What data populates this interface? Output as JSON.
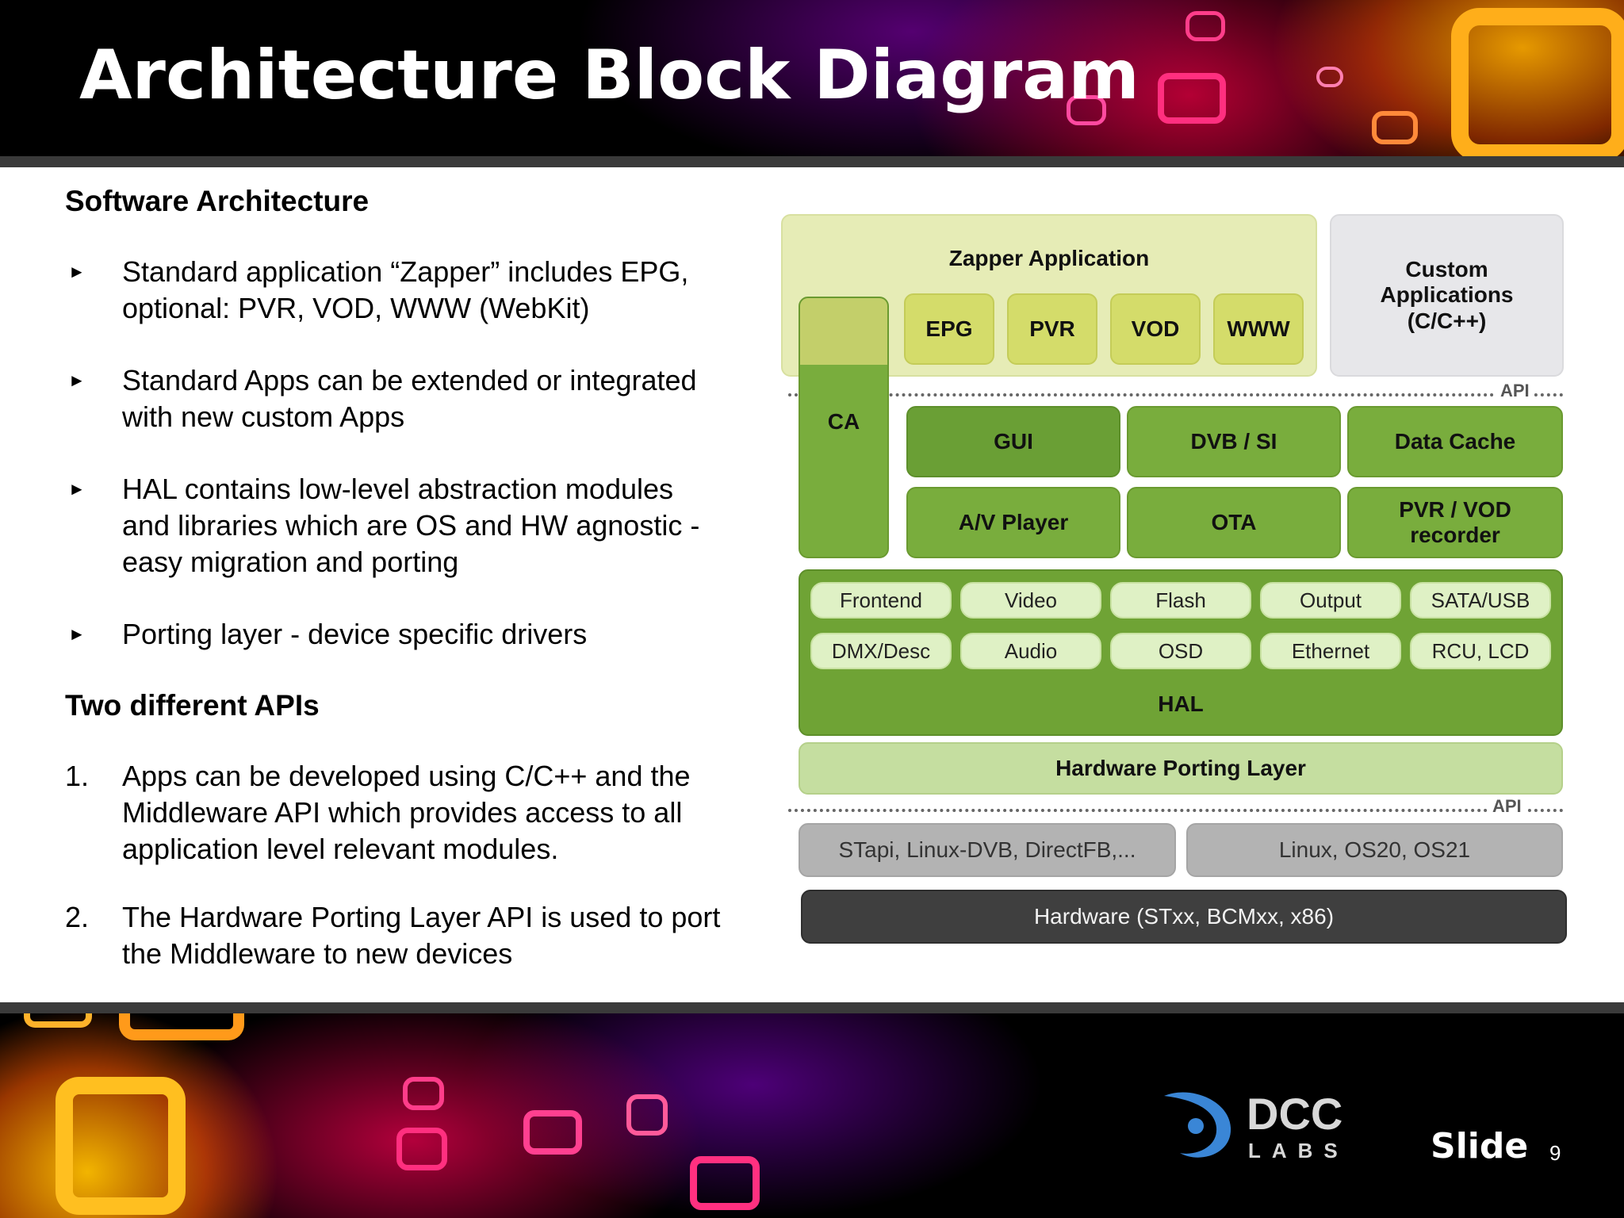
{
  "title": "Architecture Block Diagram",
  "sections": {
    "software_heading": "Software Architecture",
    "bullets": [
      {
        "line1": "Standard application “Zapper” includes EPG,",
        "line2": "optional: PVR, VOD, WWW (WebKit)"
      },
      {
        "line1": "Standard Apps can be extended or  integrated",
        "line2": "with new custom Apps"
      },
      {
        "line1": "HAL contains low-level abstraction modules",
        "line2": "and libraries which are OS and HW agnostic -",
        "line3": "easy migration and porting"
      },
      {
        "line1": "Porting layer - device specific drivers"
      }
    ],
    "apis_heading": "Two different APIs",
    "numbered": [
      {
        "num": "1.",
        "line1": "Apps can be developed using C/C++ and the",
        "line2": "Middleware API which provides access to all",
        "line3": "application level relevant modules."
      },
      {
        "num": "2.",
        "line1": "The Hardware Porting Layer API is used to port",
        "line2": "the Middleware to new devices"
      }
    ]
  },
  "diagram": {
    "zapper_label": "Zapper Application",
    "zapper_modules": [
      "EPG",
      "PVR",
      "VOD",
      "WWW"
    ],
    "custom_line1": "Custom",
    "custom_line2": "Applications",
    "custom_line3": "(C/C++)",
    "api_label": "API",
    "ca_label": "CA",
    "middleware": [
      "GUI",
      "DVB / SI",
      "Data Cache",
      "A/V Player",
      "OTA"
    ],
    "pvr_line1": "PVR / VOD",
    "pvr_line2": "recorder",
    "hal_modules": [
      "Frontend",
      "Video",
      "Flash",
      "Output",
      "SATA/USB",
      "DMX/Desc",
      "Audio",
      "OSD",
      "Ethernet",
      "RCU, LCD"
    ],
    "hal_label": "HAL",
    "porting_layer": "Hardware Porting Layer",
    "driver_left": "STapi, Linux-DVB, DirectFB,...",
    "driver_right": "Linux, OS20, OS21",
    "hardware": "Hardware (STxx, BCMxx, x86)"
  },
  "footer": {
    "logo_text_top": "DCC",
    "logo_text_bottom": "LABS",
    "slide_word": "Slide",
    "slide_number": "9"
  },
  "colors": {
    "zapper_bg": "#e6ecb6",
    "module_yellow": "#d4dc6a",
    "green_block": "#79ad3d",
    "hal_green": "#6fa335",
    "hal_pill": "#dff1c5",
    "porting_green": "#c5dea0",
    "driver_gray": "#b3b3b3",
    "hardware_dark": "#3f3f3f",
    "custom_gray": "#e7e7ea"
  }
}
